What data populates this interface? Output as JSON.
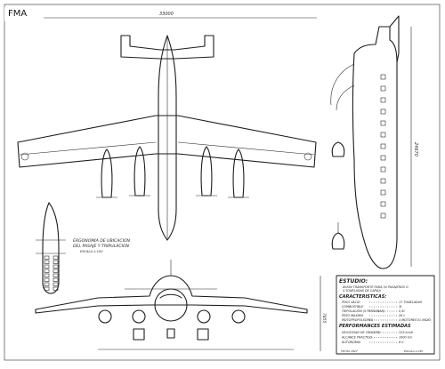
{
  "sheet": {
    "label": "FMA",
    "span_dim": "33000",
    "length_dim": "24670",
    "height_dim": "7855",
    "crew_caption_1": "ERGONOMIA DE UBICACION",
    "crew_caption_2": "DEL PASAJE Y TRIPULACION",
    "crew_caption_scale": "ESCALA 1:100"
  },
  "title_block": {
    "estudio_heading": "ESTUDIO:",
    "estudio_line1": "AVION TRANSPORTE PARA 34 PASAJEROS O",
    "estudio_line2": "4 TONELADAS DE CARGA",
    "caracteristicas_heading": "CARACTERISTICAS:",
    "rows_spec": [
      {
        "label": "PESO VACIO",
        "value": "17 TONELADAS"
      },
      {
        "label": "COMBUSTIBLE",
        "value": "3t"
      },
      {
        "label": "TRIPULACION (5 PERSONAS)",
        "value": "0,5t"
      },
      {
        "label": "PESO MAXIMO",
        "value": "28 t"
      },
      {
        "label": "MOTOPROPULSORES",
        "value": "4 MOTORES EL INDIO"
      }
    ],
    "perf_heading": "PERFORMANCES ESTIMADAS",
    "rows_perf": [
      {
        "label": "VELOCIDAD DE CRUCERO",
        "value": "335 km/h"
      },
      {
        "label": "ALCANCE PRACTICO",
        "value": "1800 km"
      },
      {
        "label": "AUTONOMIA",
        "value": "6 h"
      }
    ],
    "footer_left": "FECHA 1947",
    "footer_right": "ESCALA 1:250"
  }
}
